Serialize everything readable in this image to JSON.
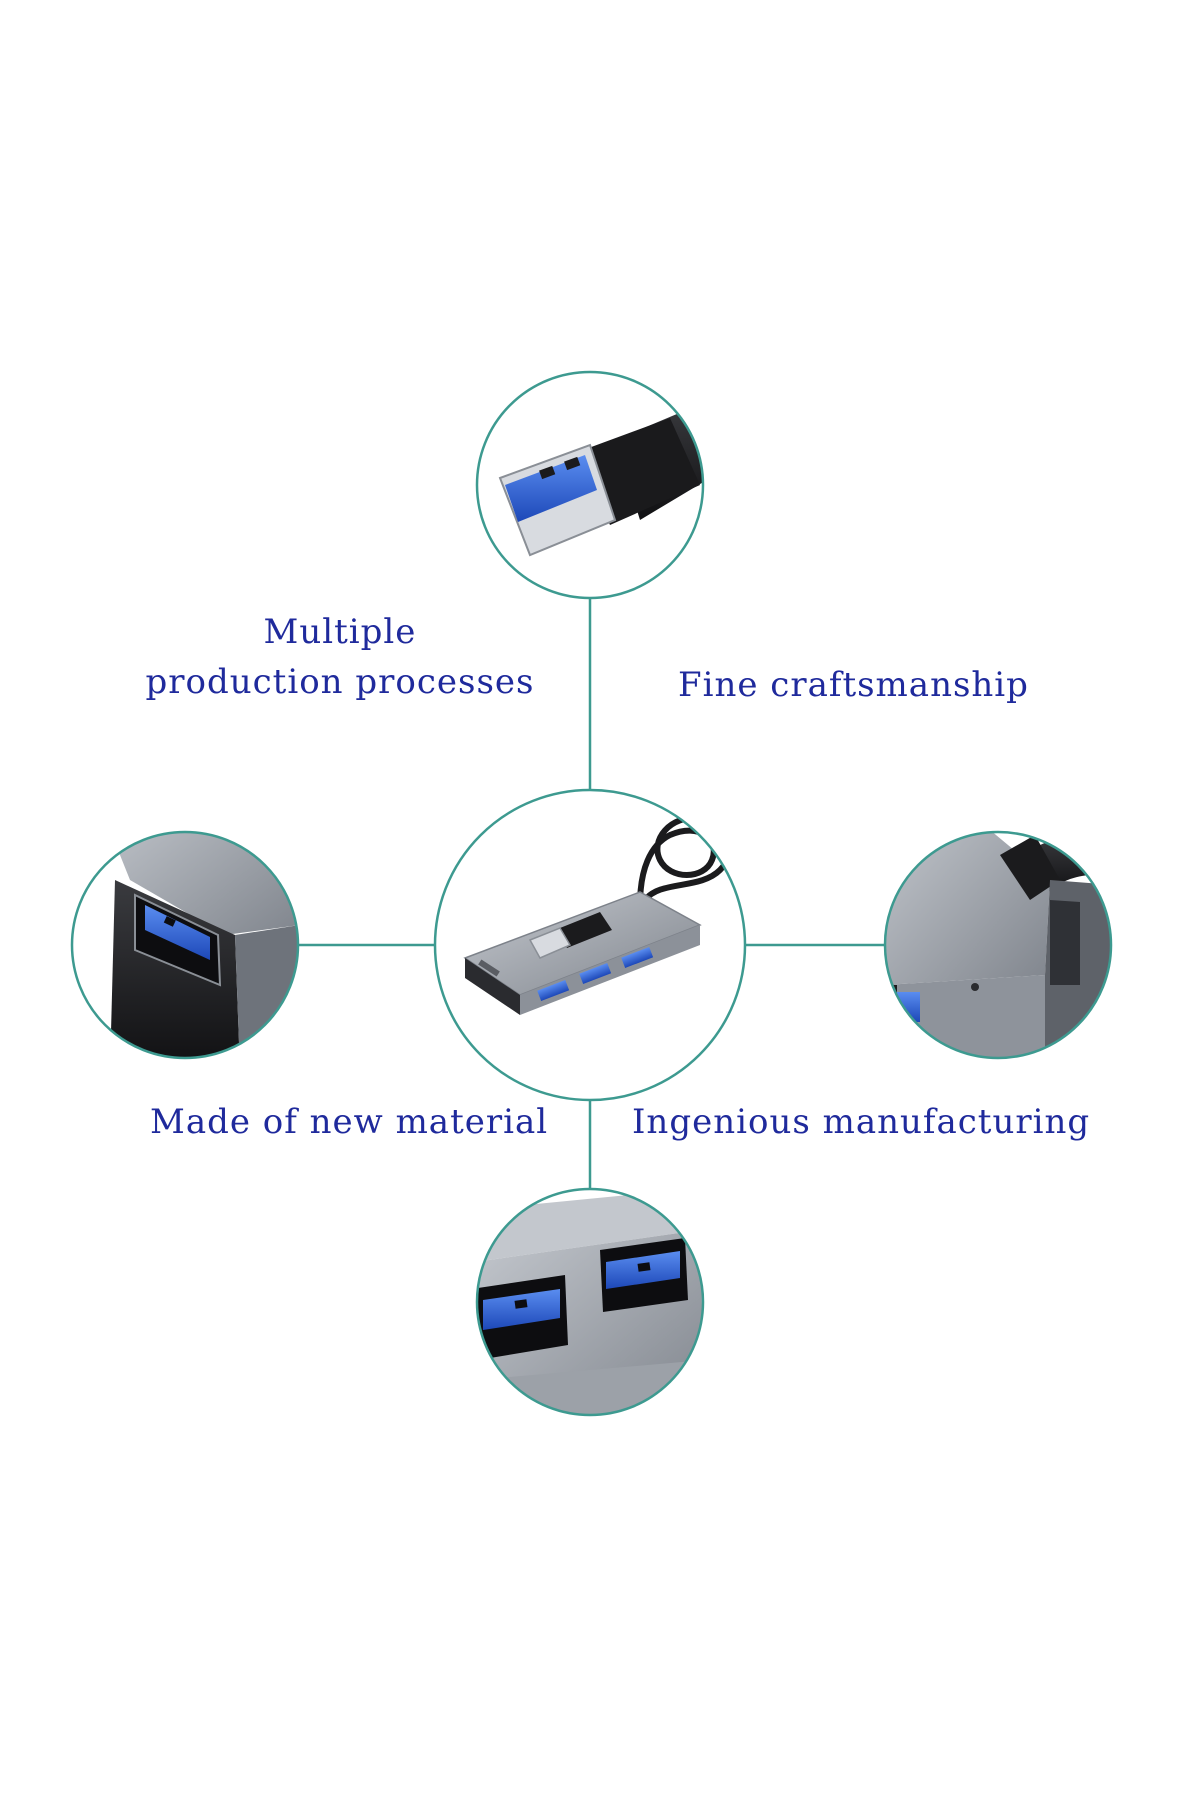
{
  "labels": {
    "top_left_line1": "Multiple",
    "top_left_line2": "production processes",
    "top_right": "Fine craftsmanship",
    "bottom_left": "Made of new material",
    "bottom_right": "Ingenious manufacturing"
  },
  "colors": {
    "label_text": "#1f2a9c",
    "connector": "#3d9a90",
    "device_gray": "#9ea3ab",
    "usb_blue": "#2e63d8",
    "cable_black": "#1b1b1d"
  },
  "icons": {
    "top": "usb-a-plug-icon",
    "left": "usb-port-closeup-icon",
    "center": "usb-hub-with-cable-icon",
    "right": "hub-corner-with-cable-icon",
    "bottom": "dual-usb-ports-icon"
  }
}
